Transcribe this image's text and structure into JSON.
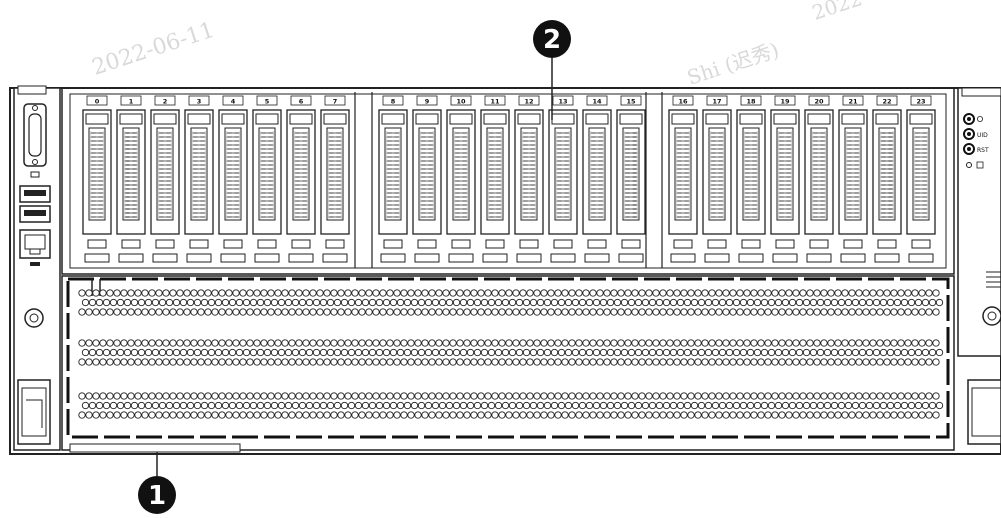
{
  "callouts": [
    {
      "number": "1",
      "label": ""
    },
    {
      "number": "2",
      "label": ""
    }
  ],
  "drive_bays": {
    "labels": [
      "0",
      "1",
      "2",
      "3",
      "4",
      "5",
      "6",
      "7",
      "8",
      "9",
      "10",
      "11",
      "12",
      "13",
      "14",
      "15",
      "16",
      "17",
      "18",
      "19",
      "20",
      "21",
      "22",
      "23"
    ],
    "groups": [
      [
        0,
        7
      ],
      [
        8,
        15
      ],
      [
        16,
        23
      ]
    ]
  },
  "right_panel_indicators": [
    {
      "label": "",
      "icon": "power-button-icon"
    },
    {
      "label": "UID",
      "icon": "uid-button-icon"
    },
    {
      "label": "RST",
      "icon": "reset-button-icon"
    },
    {
      "label": "",
      "icon": "health-led-icon"
    }
  ],
  "left_panel": {
    "vga_label": "",
    "usb_labels": [
      "",
      ""
    ],
    "mgmt_label": ""
  },
  "watermarks": [
    "2022-06-11",
    "Shi (迟秀)",
    "2022"
  ],
  "colors": {
    "line": "#222222",
    "callout_fill": "#111111",
    "panel_fill": "#ffffff",
    "watermark": "#d9d9d9"
  }
}
